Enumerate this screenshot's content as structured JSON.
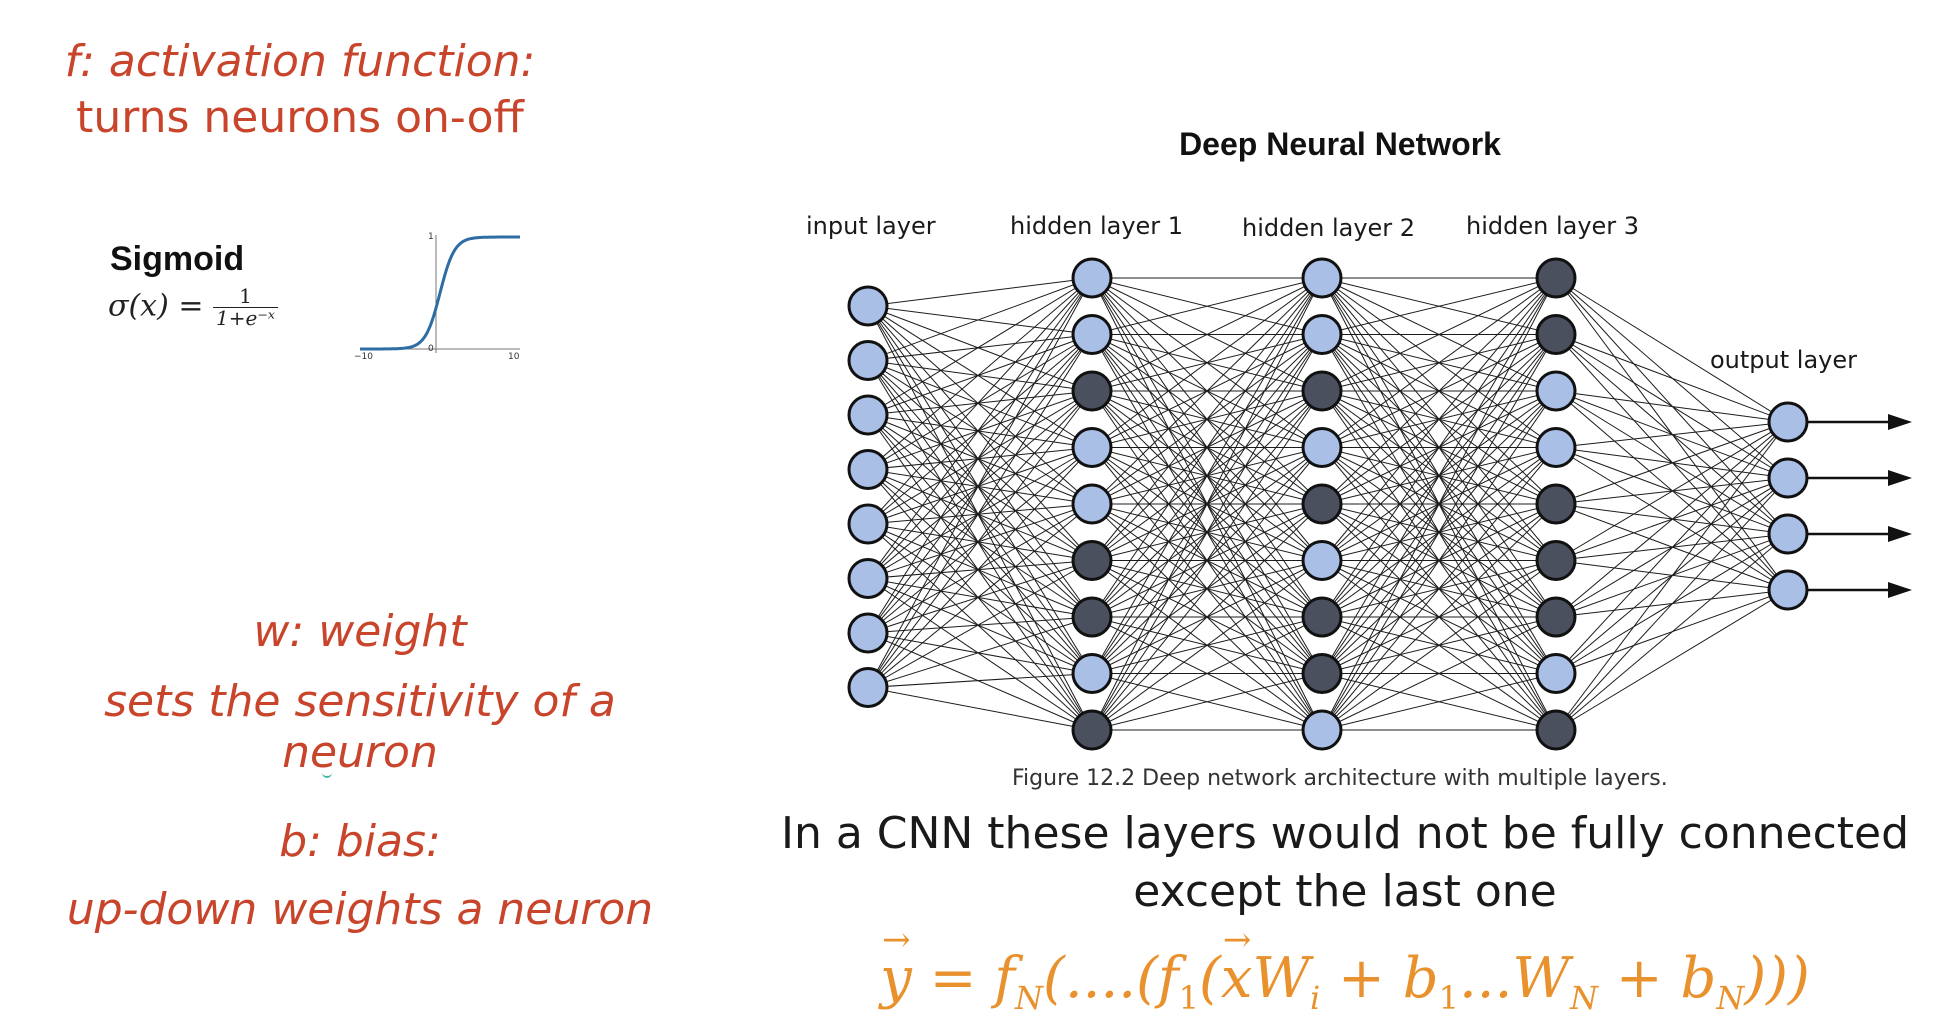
{
  "left": {
    "activation": {
      "line1": "f: activation function:",
      "line2": "turns neurons on-off"
    },
    "sigmoid": {
      "title": "Sigmoid",
      "lhs": "σ(x) =",
      "numerator": "1",
      "denominator": "1+e⁻ˣ",
      "plot": {
        "x_min": -10,
        "x_max": 10,
        "y_min": 0,
        "y_max": 1,
        "x_ticks": [
          "−10",
          "0",
          "10"
        ],
        "y_ticks": [
          "1"
        ],
        "curve_color": "#2e6ca4"
      }
    },
    "weight": {
      "line1": "w: weight",
      "line2": "sets the sensitivity of a neuron"
    },
    "bias": {
      "line1": "b: bias:",
      "line2": "up-down weights a neuron"
    }
  },
  "network": {
    "title": "Deep Neural Network",
    "layers": [
      {
        "label": "input layer",
        "nodes": [
          "light",
          "light",
          "light",
          "light",
          "light",
          "light",
          "light",
          "light"
        ]
      },
      {
        "label": "hidden layer 1",
        "nodes": [
          "light",
          "light",
          "dark",
          "light",
          "light",
          "dark",
          "dark",
          "light",
          "dark"
        ]
      },
      {
        "label": "hidden layer 2",
        "nodes": [
          "light",
          "light",
          "dark",
          "light",
          "dark",
          "light",
          "dark",
          "dark",
          "light"
        ]
      },
      {
        "label": "hidden layer 3",
        "nodes": [
          "dark",
          "dark",
          "light",
          "light",
          "dark",
          "dark",
          "dark",
          "light",
          "dark"
        ]
      },
      {
        "label": "output layer",
        "nodes": [
          "light",
          "light",
          "light",
          "light"
        ]
      }
    ],
    "colors": {
      "light": "#a9bfe6",
      "dark": "#4a505e",
      "stroke": "#111111"
    },
    "caption_prefix": "Figure 12.2",
    "caption_text": " Deep network architecture with multiple layers."
  },
  "note": {
    "line1": "In a CNN these layers would not be fully connected",
    "line2": "except the last one"
  },
  "equation": "y⃗ = fN(....(f1(x⃗Wi + b1...WN + bN)))"
}
